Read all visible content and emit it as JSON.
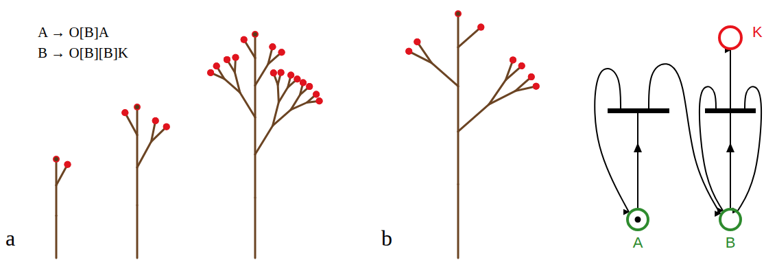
{
  "diagram": {
    "nodes": [
      {
        "text": [
          "A"
        ]
      },
      {
        "text": [
          "B"
        ]
      },
      {
        "text": [
          "K"
        ]
      }
    ],
    "edges": [
      {
        "from": 0,
        "to": 0,
        "arrow": "to"
      },
      {
        "from": 0,
        "to": 1,
        "arrow": "to"
      },
      {
        "from": 1,
        "to": 2,
        "arrow": "to"
      },
      {
        "from": 1,
        "to": 1,
        "arrow": "to"
      },
      {
        "from": 1,
        "to": 1,
        "arrow": "to"
      }
    ],
    "labels": [
      "A → O[B]A",
      "B → O[B][B]K",
      "a",
      "b"
    ]
  }
}
